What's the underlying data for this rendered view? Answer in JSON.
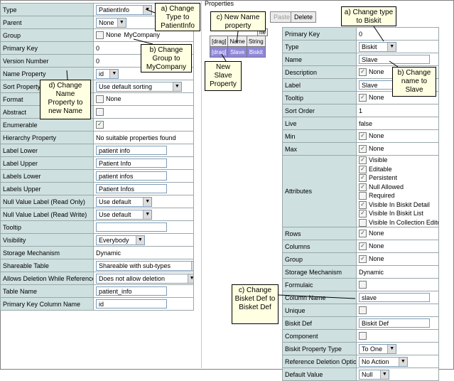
{
  "left_grid": {
    "rows": [
      {
        "label": "Type",
        "kind": "select",
        "value": "PatientInfo"
      },
      {
        "label": "Parent",
        "kind": "select",
        "value": "None"
      },
      {
        "label": "Group",
        "kind": "checktext",
        "check_label": "None",
        "value": "MyCompany"
      },
      {
        "label": "Primary Key",
        "kind": "text",
        "value": "0"
      },
      {
        "label": "Version Number",
        "kind": "text",
        "value": "0"
      },
      {
        "label": "Name Property",
        "kind": "select",
        "value": "id"
      },
      {
        "label": "Sort Property",
        "kind": "select",
        "value": "Use default sorting"
      },
      {
        "label": "Format",
        "kind": "checktext",
        "check_label": "None",
        "value": ""
      },
      {
        "label": "Abstract",
        "kind": "check",
        "value": ""
      },
      {
        "label": "Enumerable",
        "kind": "check",
        "checked": true,
        "value": ""
      },
      {
        "label": "Hierarchy Property",
        "kind": "text",
        "value": "No suitable properties found"
      },
      {
        "label": "Label Lower",
        "kind": "input",
        "value": "patient info"
      },
      {
        "label": "Label Upper",
        "kind": "input",
        "value": "Patient Info"
      },
      {
        "label": "Labels Lower",
        "kind": "input",
        "value": "patient infos"
      },
      {
        "label": "Labels Upper",
        "kind": "input",
        "value": "Patient Infos"
      },
      {
        "label": "Null Value Label (Read Only)",
        "kind": "select",
        "value": "Use default"
      },
      {
        "label": "Null Value Label (Read Write)",
        "kind": "select",
        "value": "Use default"
      },
      {
        "label": "Tooltip",
        "kind": "input",
        "value": ""
      },
      {
        "label": "Visibility",
        "kind": "select",
        "value": "Everybody"
      },
      {
        "label": "Storage Mechanism",
        "kind": "text",
        "value": "Dynamic"
      },
      {
        "label": "Shareable Table",
        "kind": "select",
        "value": "Shareable with sub-types"
      },
      {
        "label": "Allows Deletion While Referenced",
        "kind": "select",
        "value": "Does not allow deletion"
      },
      {
        "label": "Table Name",
        "kind": "input",
        "value": "patient_info"
      },
      {
        "label": "Primary Key Column Name",
        "kind": "input",
        "value": "id"
      }
    ]
  },
  "properties_panel": {
    "title": "Properties",
    "buttons": {
      "copy": "y",
      "paste": "Paste",
      "delete": "Delete"
    },
    "drag_table": {
      "headers": [
        "[drag]",
        "Name",
        "String"
      ],
      "row": [
        "[drag]",
        "Slave",
        "Biskit"
      ],
      "corner": "ne"
    }
  },
  "right_grid": {
    "rows": [
      {
        "label": "Primary Key",
        "kind": "text",
        "value": "0"
      },
      {
        "label": "Type",
        "kind": "select",
        "value": "Biskit"
      },
      {
        "label": "Name",
        "kind": "input",
        "value": "Slave"
      },
      {
        "label": "Description",
        "kind": "checktext",
        "check_label": "None",
        "value": ""
      },
      {
        "label": "Label",
        "kind": "input",
        "value": "Slave"
      },
      {
        "label": "Tooltip",
        "kind": "checktext",
        "check_label": "None",
        "value": ""
      },
      {
        "label": "Sort Order",
        "kind": "text",
        "value": "1"
      },
      {
        "label": "Live",
        "kind": "text",
        "value": "false"
      },
      {
        "label": "Min",
        "kind": "checktext",
        "check_label": "None",
        "value": ""
      },
      {
        "label": "Max",
        "kind": "checktext",
        "check_label": "None",
        "value": ""
      },
      {
        "label": "Attributes",
        "kind": "attrs",
        "value": ""
      },
      {
        "label": "Rows",
        "kind": "checktext",
        "check_label": "None",
        "value": ""
      },
      {
        "label": "Columns",
        "kind": "checktext",
        "check_label": "None",
        "value": ""
      },
      {
        "label": "Group",
        "kind": "checktext",
        "check_label": "None",
        "value": ""
      },
      {
        "label": "Storage Mechanism",
        "kind": "text",
        "value": "Dynamic"
      },
      {
        "label": "Formulaic",
        "kind": "check",
        "value": ""
      },
      {
        "label": "Column Name",
        "kind": "input",
        "value": "slave"
      },
      {
        "label": "Unique",
        "kind": "check",
        "value": ""
      },
      {
        "label": "Biskit Def",
        "kind": "input",
        "value": "Biskit Def"
      },
      {
        "label": "Component",
        "kind": "check",
        "value": ""
      },
      {
        "label": "Biskit Property Type",
        "kind": "select",
        "value": "To One"
      },
      {
        "label": "Reference Deletion Option",
        "kind": "select",
        "value": "No Action"
      },
      {
        "label": "Default Value",
        "kind": "select",
        "value": "Null"
      }
    ],
    "attributes": [
      {
        "label": "Visible",
        "checked": true
      },
      {
        "label": "Editable",
        "checked": true
      },
      {
        "label": "Persistent",
        "checked": true
      },
      {
        "label": "Null Allowed",
        "checked": true
      },
      {
        "label": "Required",
        "checked": false
      },
      {
        "label": "Visible In Biskit Detail",
        "checked": true
      },
      {
        "label": "Visible In Biskit List",
        "checked": true
      },
      {
        "label": "Visible In Collection Editor",
        "checked": false
      }
    ]
  },
  "callouts": {
    "left_a": "a) Change Type to PatientInfo",
    "left_b": "b) Change Group to MyCompany",
    "left_d": "d) Change Name Property to new Name",
    "mid_c": "c) New Name property",
    "mid_new": "New Slave Property",
    "right_a": "a) Change type to Biskit",
    "right_b": "b) Change name to Slave",
    "right_c": "c) Change Bisket Def to Bisket Def"
  }
}
